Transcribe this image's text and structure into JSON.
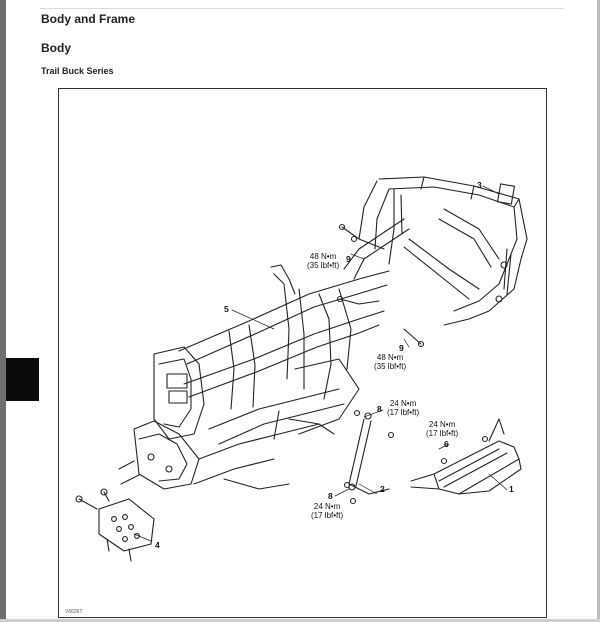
{
  "header": {
    "section_title": "Body and Frame",
    "subsection_title": "Body",
    "series_title": "Trail Buck Series"
  },
  "figure": {
    "figure_id": "V6626T",
    "callouts": {
      "c1": "1",
      "c2": "2",
      "c3": "3",
      "c4": "4",
      "c5": "5",
      "c6": "6",
      "c8a": "8",
      "c8b": "8",
      "c9a": "9",
      "c9b": "9"
    },
    "torques": {
      "t9_upper_nm": "48 N•m",
      "t9_upper_lbf": "(35 lbf•ft)",
      "t9_lower_nm": "48 N•m",
      "t9_lower_lbf": "(35 lbf•ft)",
      "t8_upper_nm": "24 N•m",
      "t8_upper_lbf": "(17 lbf•ft)",
      "t6_nm": "24 N•m",
      "t6_lbf": "(17 lbf•ft)",
      "t8_lower_nm": "24 N•m",
      "t8_lower_lbf": "(17 lbf•ft)"
    }
  }
}
